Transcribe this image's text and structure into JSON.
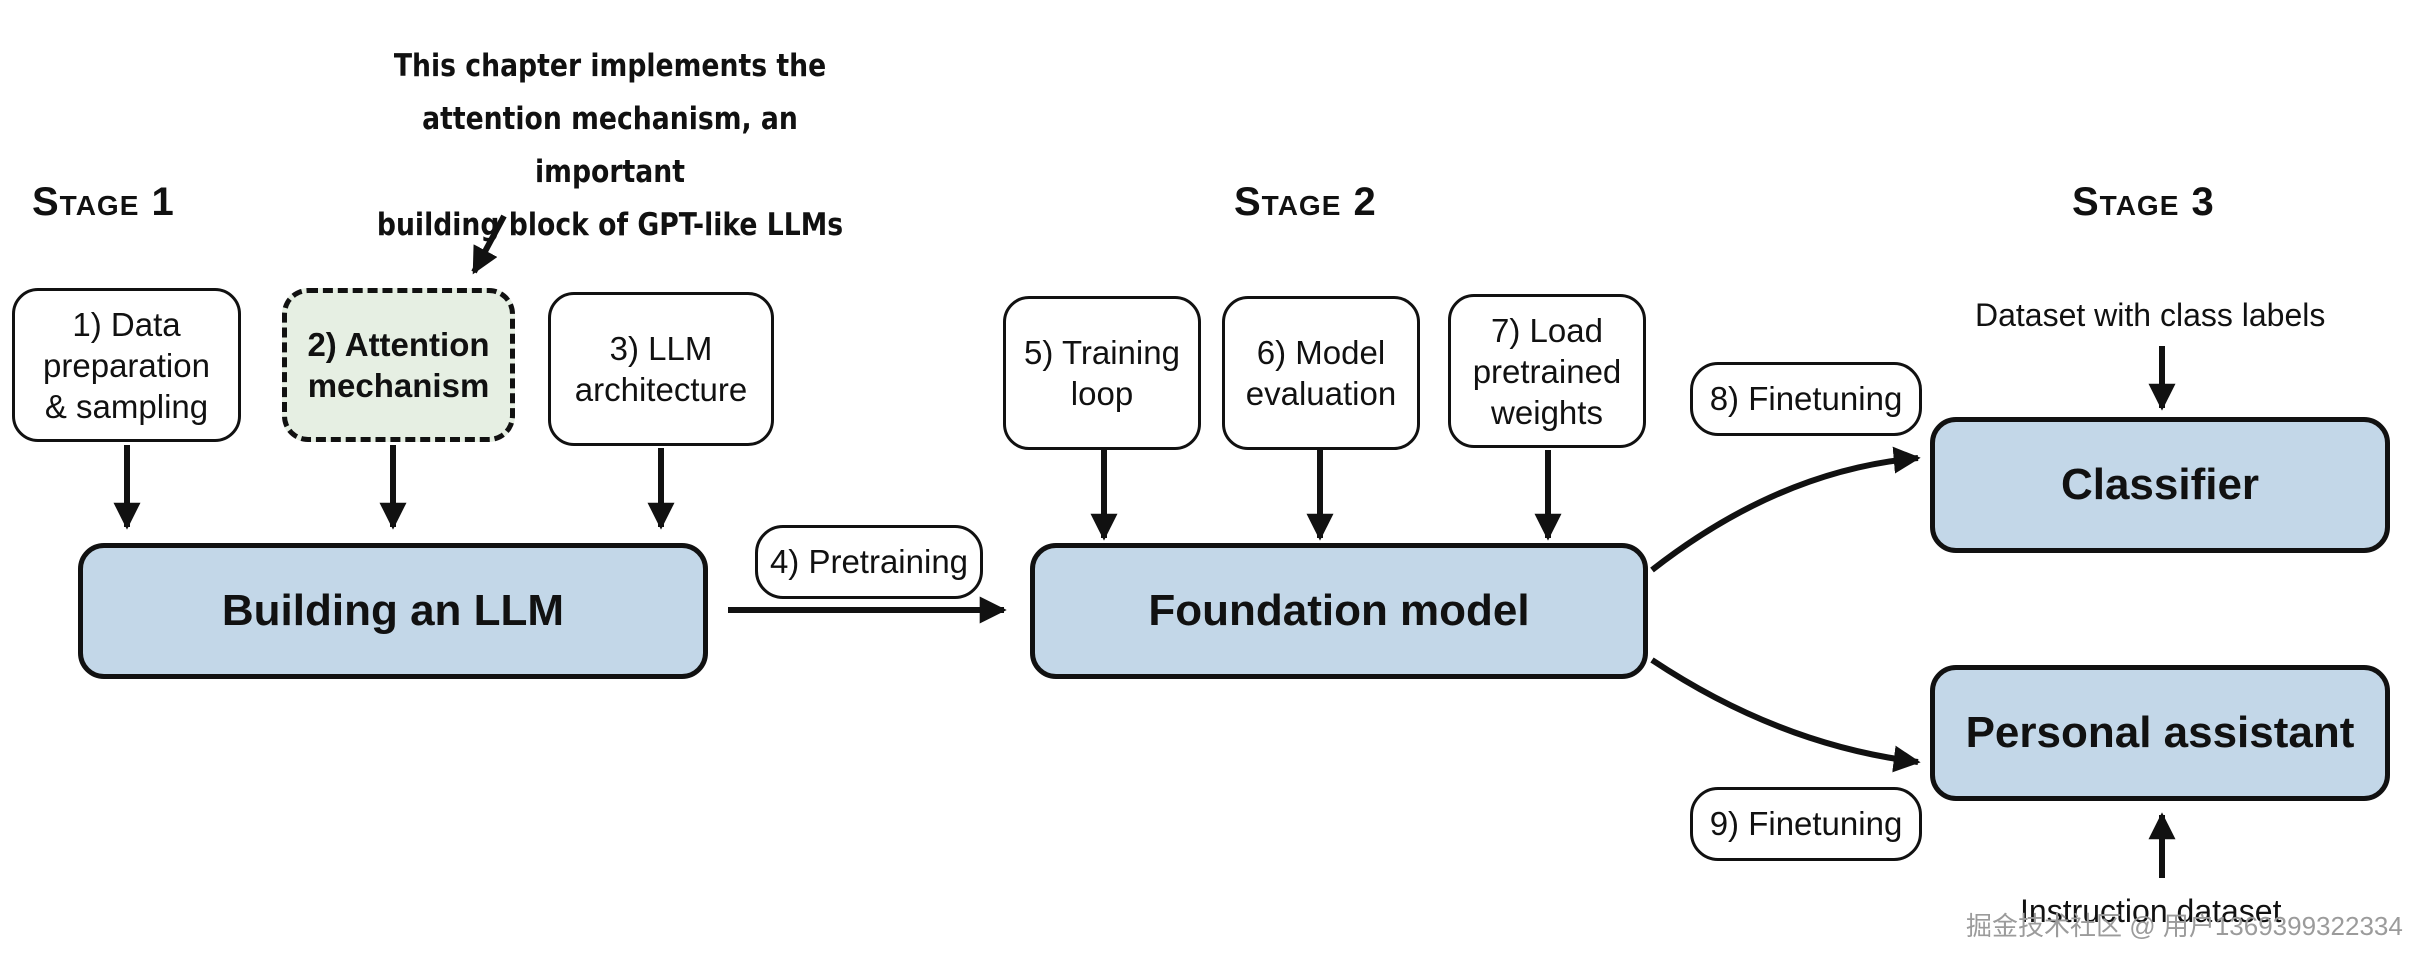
{
  "annotation": "This chapter implements the\nattention mechanism, an important\nbuilding block of GPT-like LLMs",
  "stages": [
    "Stage 1",
    "Stage 2",
    "Stage 3"
  ],
  "steps": {
    "data_prep": "1) Data\npreparation\n& sampling",
    "attention": "2) Attention\nmechanism",
    "llm_arch": "3) LLM\narchitecture",
    "pretraining": "4) Pretraining",
    "training_loop": "5) Training\nloop",
    "model_eval": "6) Model\nevaluation",
    "load_weights": "7) Load\npretrained\nweights",
    "finetuning_8": "8) Finetuning",
    "finetuning_9": "9) Finetuning"
  },
  "blocks": {
    "building_llm": "Building an LLM",
    "foundation": "Foundation model",
    "classifier": "Classifier",
    "assistant": "Personal assistant"
  },
  "inputs": {
    "class_labels": "Dataset with class labels",
    "instruction": "Instruction dataset"
  },
  "watermark": "掘金技术社区 @ 用户1369399322334"
}
